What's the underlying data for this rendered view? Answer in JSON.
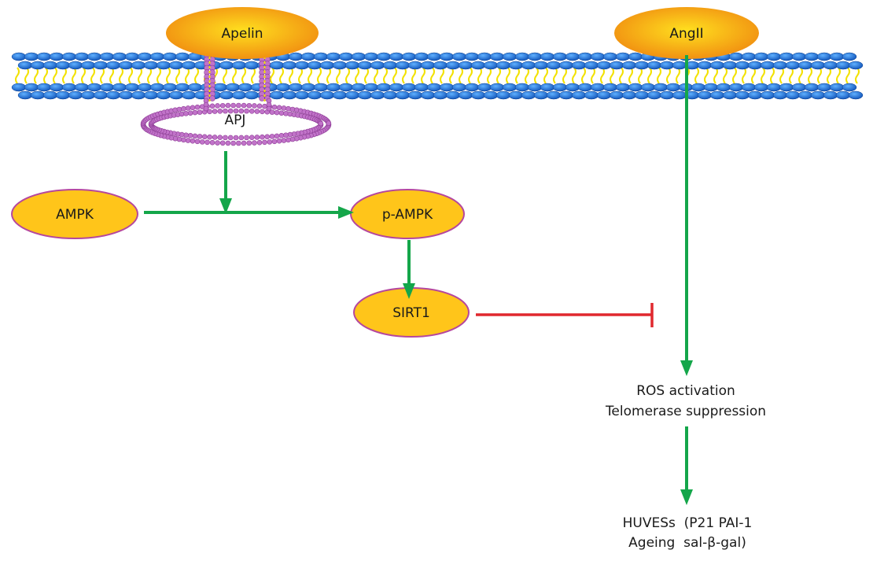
{
  "diagram": {
    "nodes": {
      "apelin": "Apelin",
      "angii": "AngII",
      "apj": "APJ",
      "ampk": "AMPK",
      "p_ampk": "p-AMPK",
      "sirt1": "SIRT1"
    },
    "outcomes": {
      "ros_line1": "ROS activation",
      "ros_line2": "Telomerase suppression",
      "huvecs_line1": "HUVESs  (P21 PAI-1",
      "huvecs_line2": "Ageing  sal-β-gal)"
    },
    "colors": {
      "node_fill": "#ffc51a",
      "node_stroke": "#b5479e",
      "ligand_fill_center": "#ffd21a",
      "ligand_fill_edge": "#f08a10",
      "membrane_head": "#1b6fd6",
      "membrane_tail": "#f2e100",
      "receptor_bead": "#c173c9",
      "activation_arrow": "#14a64a",
      "inhibition_line": "#e0282e"
    },
    "edges": [
      {
        "from": "APJ",
        "to": "AMPK→p-AMPK",
        "type": "activation"
      },
      {
        "from": "AMPK",
        "to": "p-AMPK",
        "type": "activation"
      },
      {
        "from": "p-AMPK",
        "to": "SIRT1",
        "type": "activation"
      },
      {
        "from": "SIRT1",
        "to": "AngII pathway",
        "type": "inhibition"
      },
      {
        "from": "AngII",
        "to": "ROS activation / Telomerase suppression",
        "type": "activation"
      },
      {
        "from": "ROS activation / Telomerase suppression",
        "to": "HUVESs Ageing",
        "type": "activation"
      }
    ]
  }
}
